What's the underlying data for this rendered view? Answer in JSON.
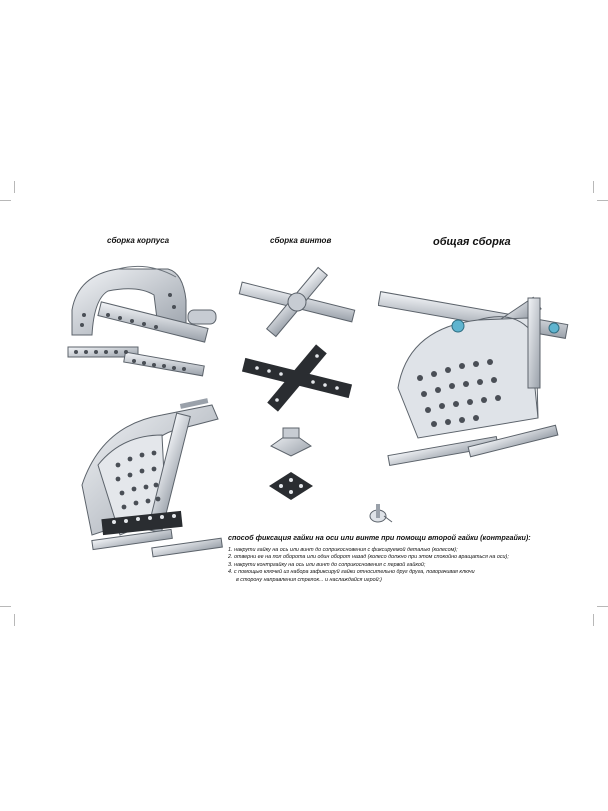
{
  "labels": {
    "body_assembly": "сборка корпуса",
    "rotor_assembly": "сборка винтов",
    "general_assembly": "общая сборка"
  },
  "notes": {
    "title": "способ фиксация гайки на оси или винте при помощи второй гайки (контргайки):",
    "steps": [
      "1. накрути гайку на ось или винт до соприкосновения с фиксируемой деталью (колесом);",
      "2. отверни ее на пол оборота или один оборот назад (колесо должно при этом спокойно вращаться на оси);",
      "3. накрути контргайку на ось или винт до соприкосновения с первой гайкой;",
      "4. с помощью ключей из набора зафиксируй гайки относительно друг друга, поворачивая ключи",
      "   в сторону направления стрелок... и наслаждайся игрой:)"
    ]
  },
  "colors": {
    "metal": "#d9dde3",
    "metal_dark": "#8e959e",
    "hole": "#4a4f56",
    "black_part": "#2a2d31",
    "accent_nut": "#5fb4cf"
  }
}
